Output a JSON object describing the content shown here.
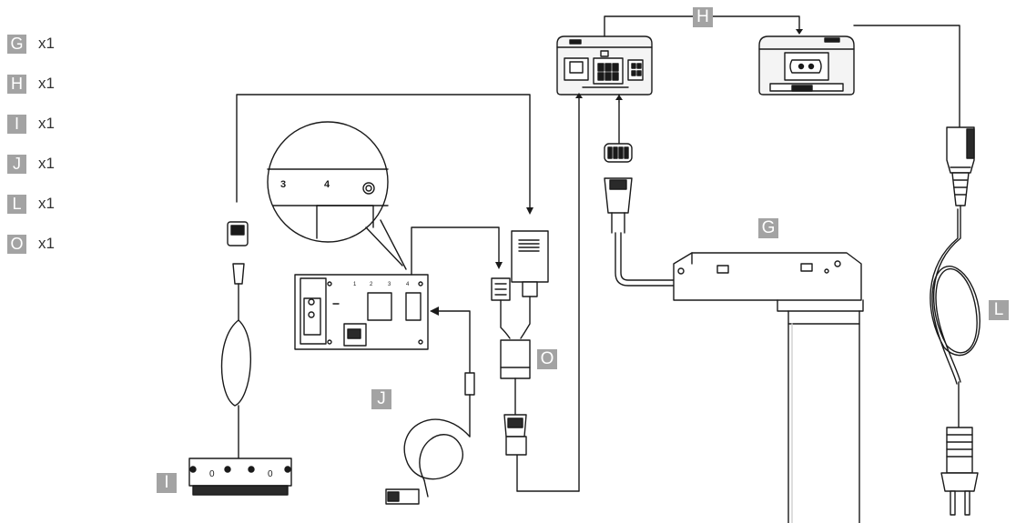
{
  "parts_list": [
    {
      "letter": "G",
      "qty": "x1"
    },
    {
      "letter": "H",
      "qty": "x1"
    },
    {
      "letter": "I",
      "qty": "x1"
    },
    {
      "letter": "J",
      "qty": "x1"
    },
    {
      "letter": "L",
      "qty": "x1"
    },
    {
      "letter": "O",
      "qty": "x1"
    }
  ],
  "tags": {
    "h": "H",
    "g": "G",
    "l": "L",
    "o": "O",
    "j": "J",
    "i": "I"
  },
  "keypad": {
    "port_labels": [
      "1",
      "2",
      "3",
      "4"
    ],
    "zoom_labels": [
      "3",
      "4"
    ]
  },
  "hub_labels": [
    "0",
    "0"
  ],
  "colors": {
    "badge": "#a3a3a3",
    "line": "#1a1a1a",
    "fill_dark": "#2a2a2a",
    "fill_light": "#f2f2f2"
  }
}
